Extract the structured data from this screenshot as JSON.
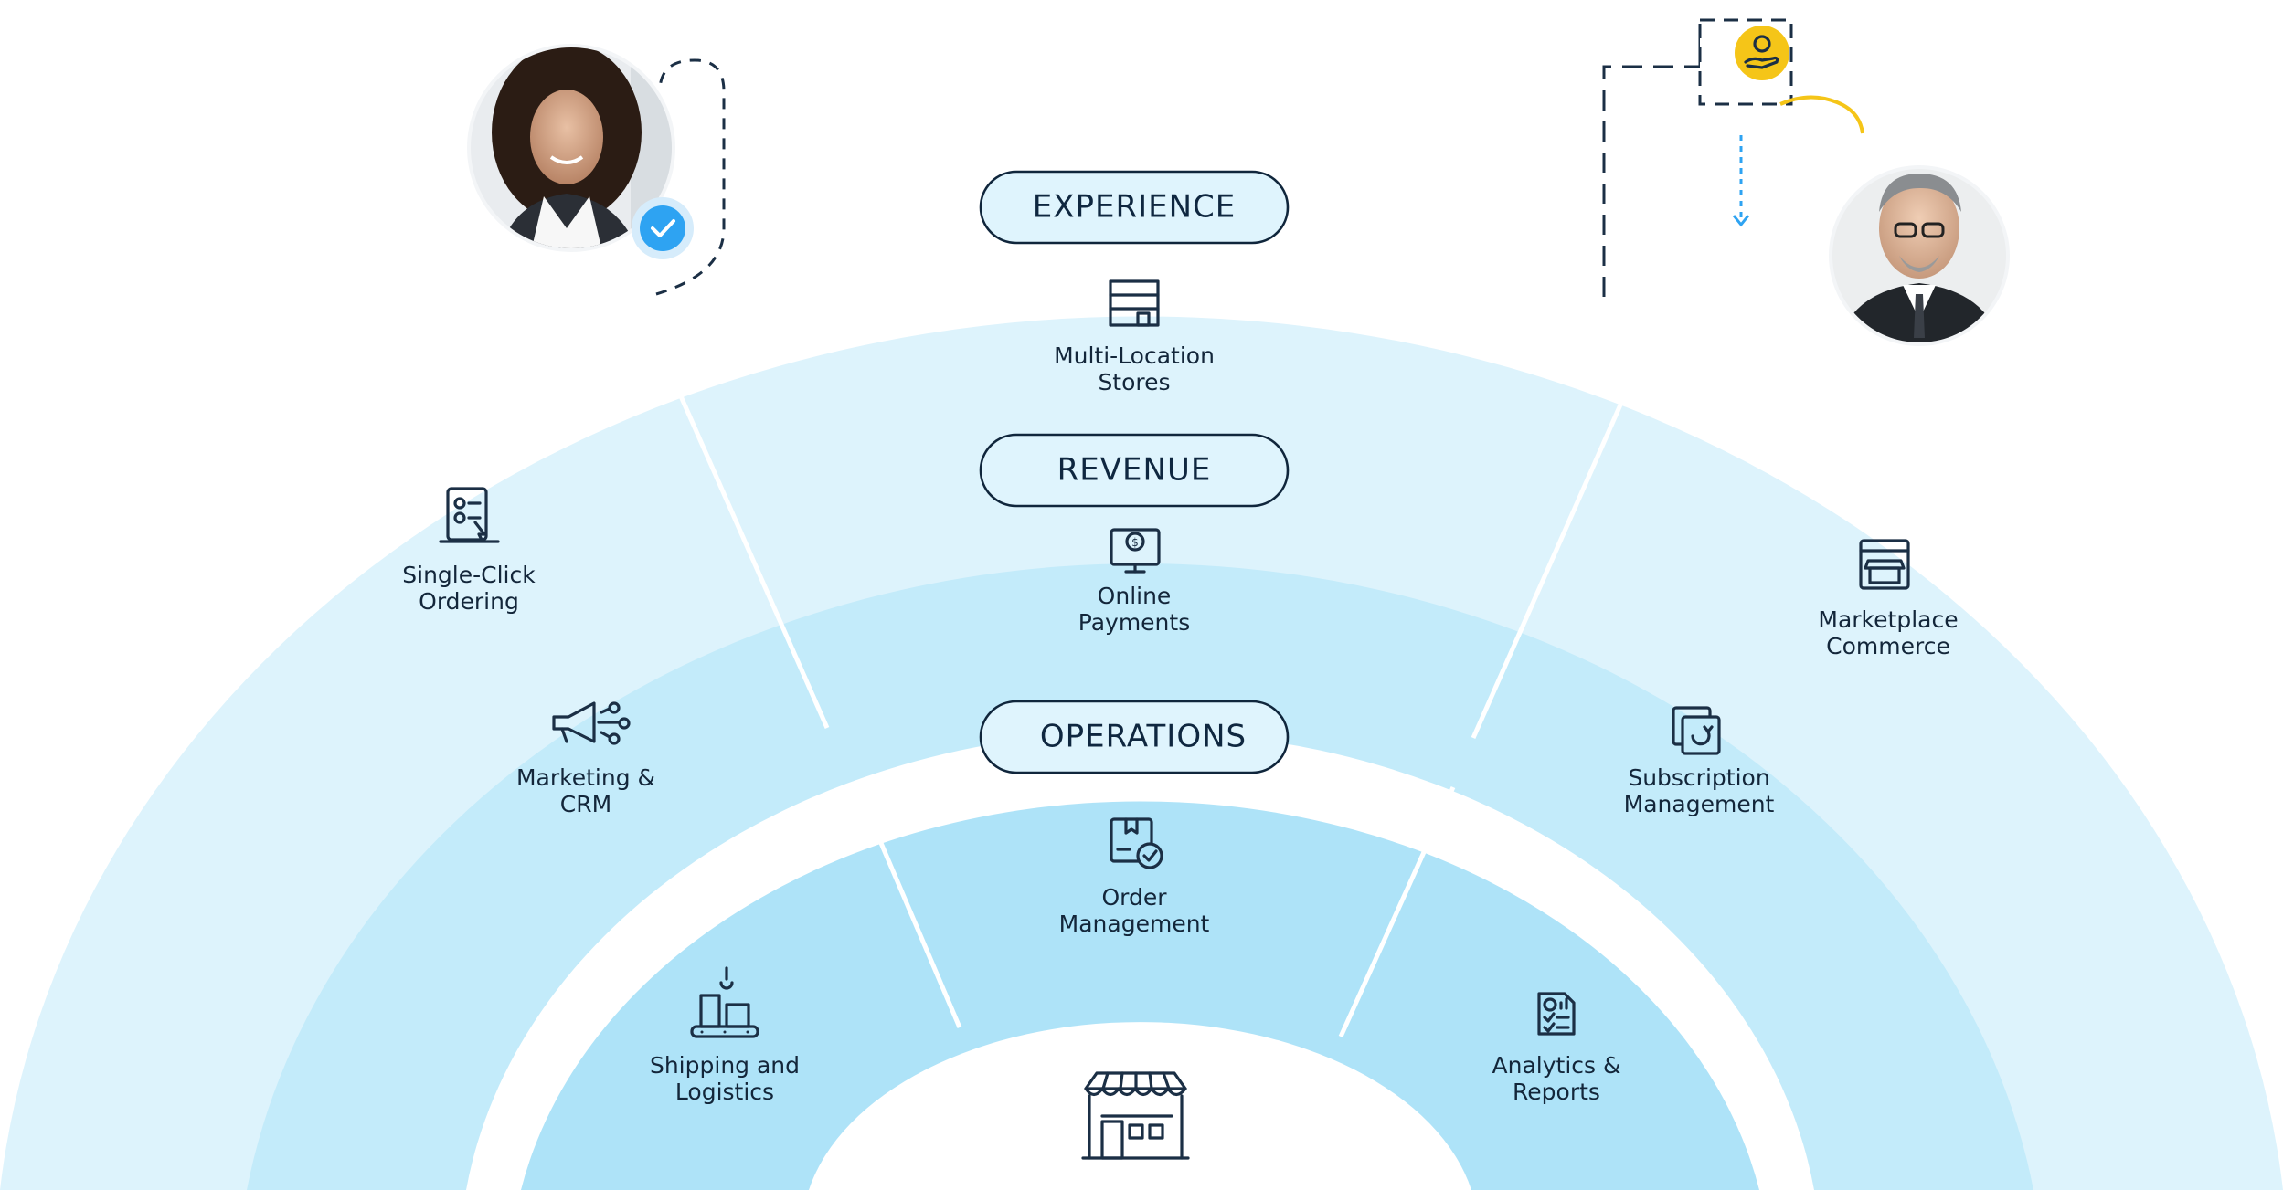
{
  "diagram": {
    "bands": [
      {
        "id": "experience",
        "label": "EXPERIENCE"
      },
      {
        "id": "revenue",
        "label": "REVENUE"
      },
      {
        "id": "operations",
        "label": "OPERATIONS"
      }
    ],
    "items": [
      {
        "id": "multi-location-stores",
        "band": "experience",
        "line1": "Multi-Location",
        "line2": "Stores",
        "icon": "storefront-building-icon"
      },
      {
        "id": "single-click-ordering",
        "band": "experience",
        "line1": "Single-Click",
        "line2": "Ordering",
        "icon": "checklist-tablet-icon"
      },
      {
        "id": "marketplace-commerce",
        "band": "experience",
        "line1": "Marketplace",
        "line2": "Commerce",
        "icon": "browser-shop-icon"
      },
      {
        "id": "online-payments",
        "band": "revenue",
        "line1": "Online",
        "line2": "Payments",
        "icon": "monitor-dollar-icon"
      },
      {
        "id": "marketing-crm",
        "band": "revenue",
        "line1": "Marketing &",
        "line2": "CRM",
        "icon": "megaphone-network-icon"
      },
      {
        "id": "subscription-management",
        "band": "revenue",
        "line1": "Subscription",
        "line2": "Management",
        "icon": "recurring-cards-icon"
      },
      {
        "id": "order-management",
        "band": "operations",
        "line1": "Order",
        "line2": "Management",
        "icon": "box-check-icon"
      },
      {
        "id": "shipping-logistics",
        "band": "operations",
        "line1": "Shipping and",
        "line2": "Logistics",
        "icon": "conveyor-crane-icon"
      },
      {
        "id": "analytics-reports",
        "band": "operations",
        "line1": "Analytics &",
        "line2": "Reports",
        "icon": "report-chart-icon"
      }
    ],
    "center_icon": "store-awning-icon",
    "people": [
      {
        "id": "customer",
        "icon": "verified-check-icon"
      },
      {
        "id": "merchant",
        "icon": "hand-coin-icon"
      }
    ],
    "colors": {
      "outer_band": "#ddf3fc",
      "middle_band": "#c3ebfa",
      "inner_band": "#aee3f8",
      "divider": "#ffffff",
      "ink": "#10263c",
      "accent_blue": "#2ea3f2",
      "accent_yellow": "#f5c518"
    }
  }
}
